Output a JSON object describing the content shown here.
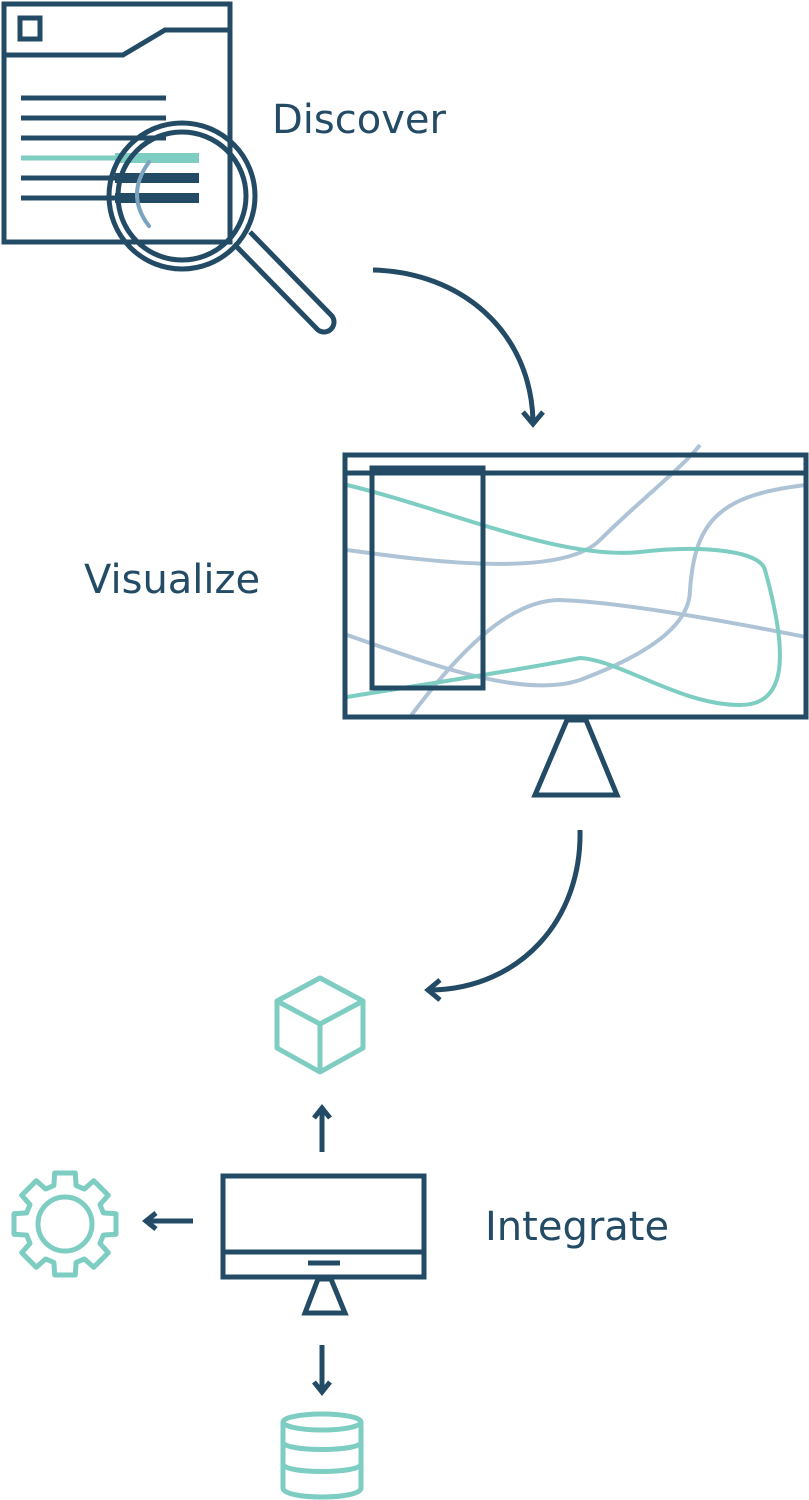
{
  "steps": [
    {
      "label": "Discover",
      "icon": "document-magnifier-icon"
    },
    {
      "label": "Visualize",
      "icon": "monitor-chart-icon"
    },
    {
      "label": "Integrate",
      "icon": "monitor-integration-icon"
    }
  ],
  "integrate_targets": [
    "cube-icon",
    "gear-icon",
    "database-icon"
  ],
  "colors": {
    "navy": "#234b66",
    "teal": "#7ecdc3",
    "light_blue": "#aec4d6",
    "mid_blue": "#7aa3c0"
  }
}
